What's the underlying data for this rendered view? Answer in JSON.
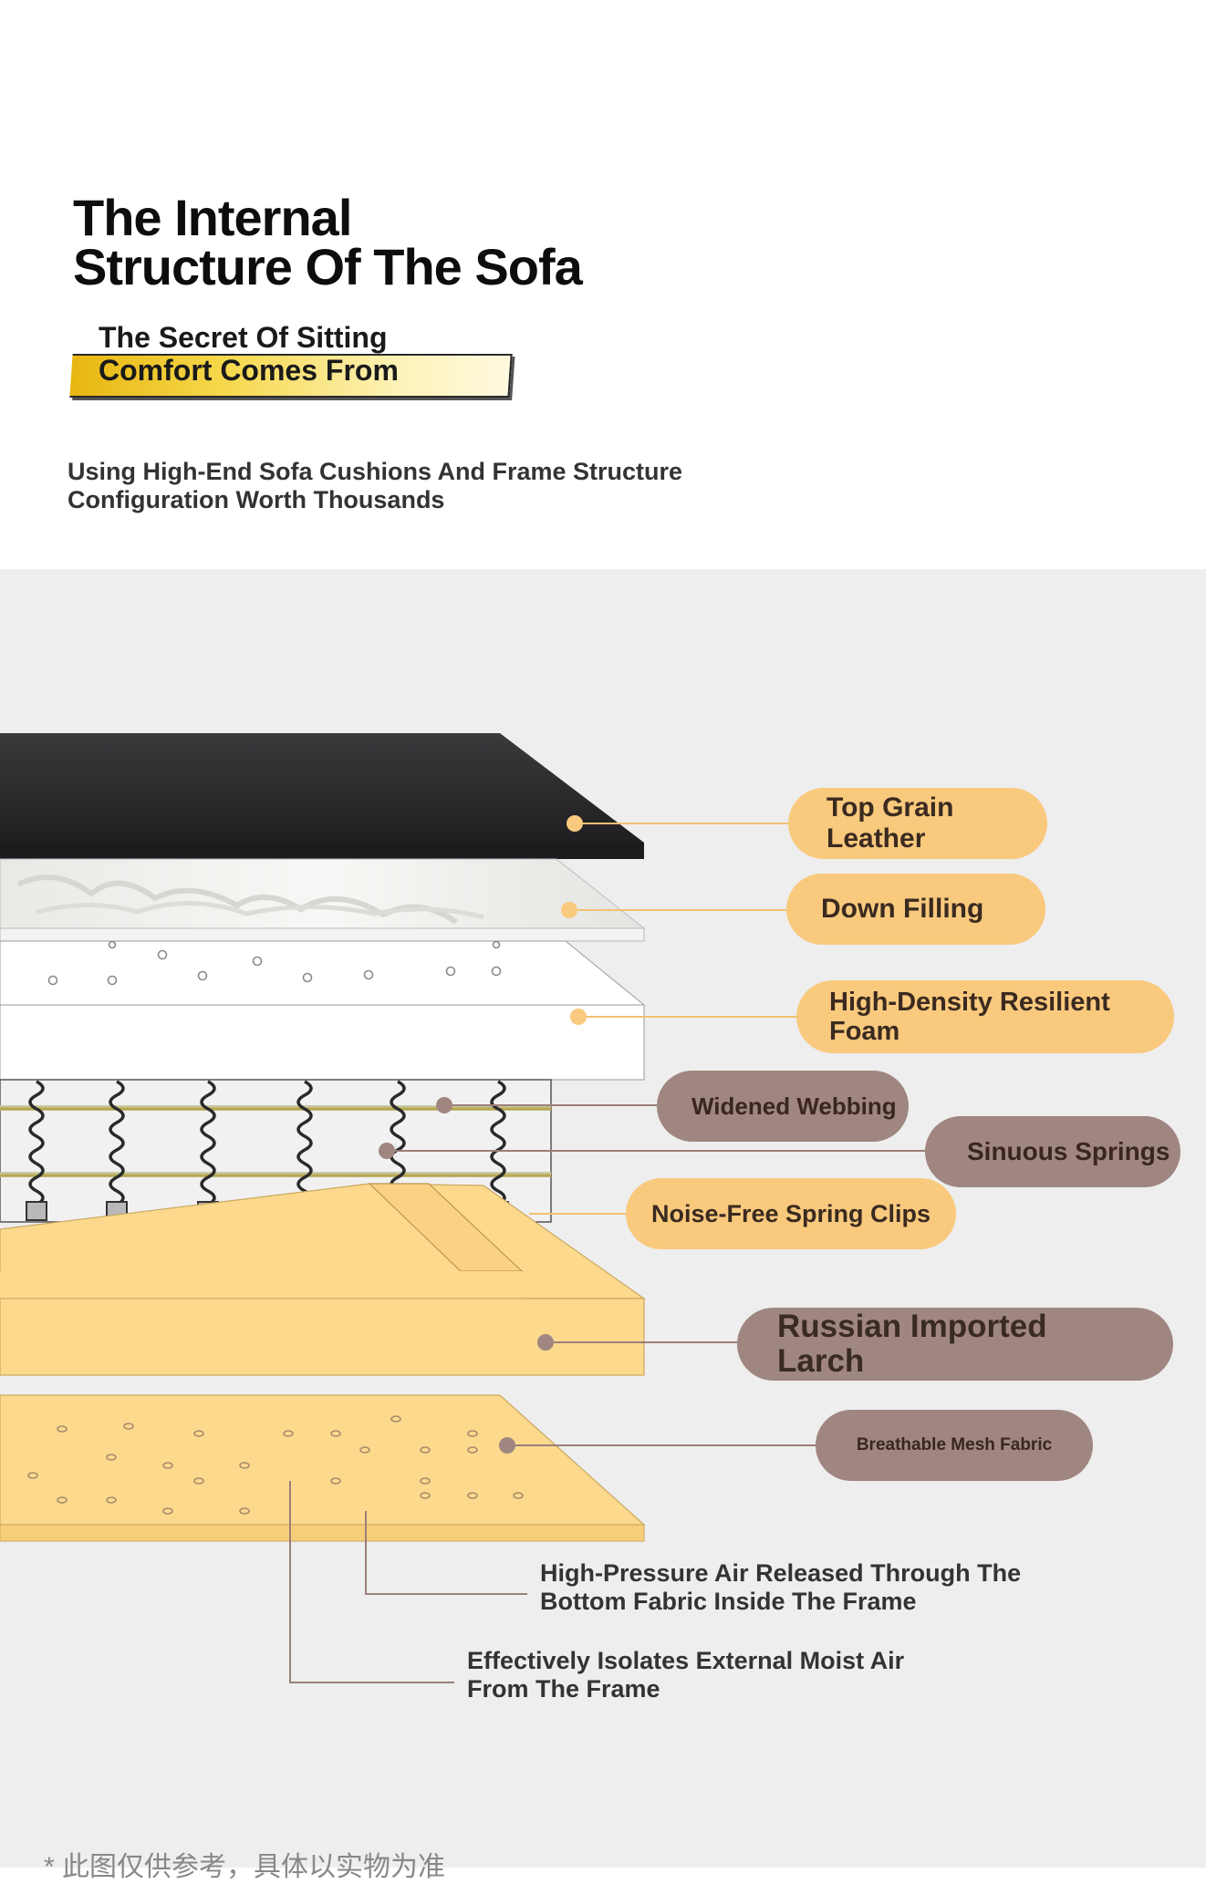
{
  "header": {
    "title_line1": "The Internal",
    "title_line2": "Structure Of The Sofa",
    "subtitle_line1": "The Secret Of Sitting",
    "subtitle_line2": "Comfort Comes From",
    "description_line1": "Using High-End Sofa Cushions And Frame Structure",
    "description_line2": "Configuration Worth Thousands"
  },
  "layers": [
    {
      "name": "Top Grain Leather",
      "style": "orange"
    },
    {
      "name": "Down Filling",
      "style": "orange"
    },
    {
      "name_line1": "High-Density Resilient",
      "name_line2": "Foam",
      "style": "orange"
    },
    {
      "name": "Widened Webbing",
      "style": "brown"
    },
    {
      "name": "Sinuous Springs",
      "style": "brown"
    },
    {
      "name": "Noise-Free Spring Clips",
      "style": "orange"
    },
    {
      "name_line1": "Russian Imported",
      "name_line2": "Larch",
      "style": "brown"
    },
    {
      "name": "Breathable Mesh Fabric",
      "style": "brown"
    }
  ],
  "notes": [
    {
      "line1": "High-Pressure Air Released Through The",
      "line2": "Bottom Fabric Inside The Frame"
    },
    {
      "line1": "Effectively Isolates External Moist Air",
      "line2": "From The Frame"
    }
  ],
  "footer": "* 此图仅供参考，具体以实物为准",
  "colors": {
    "orange": "#f9c97d",
    "brown": "#a08680",
    "wood": "#fdd98e",
    "leather": "#2b2b2d",
    "background": "#eeeeee"
  }
}
